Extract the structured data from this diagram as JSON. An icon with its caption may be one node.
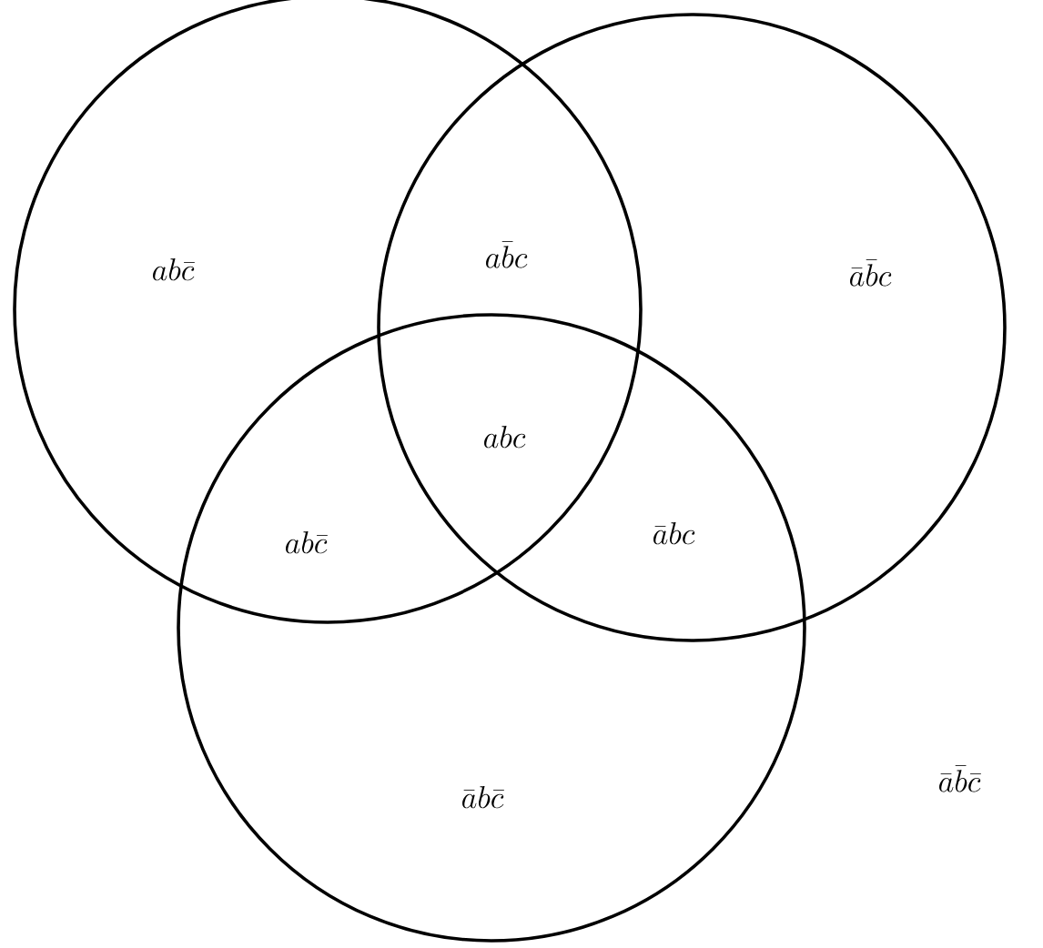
{
  "diagram": {
    "nodes": [
      {
        "text": [],
        "shape": "circle"
      },
      {
        "text": [],
        "shape": "circle"
      },
      {
        "text": [],
        "shape": "circle"
      }
    ],
    "edges": [],
    "labels": [
      "a b \\bar{c}",
      "a \\bar{b} c",
      "\\bar{a} \\bar{b} c",
      "a b c",
      "a b \\bar{c}",
      "\\bar{a} b c",
      "\\bar{a} b \\bar{c}",
      "\\bar{a} \\bar{b} \\bar{c}"
    ]
  }
}
